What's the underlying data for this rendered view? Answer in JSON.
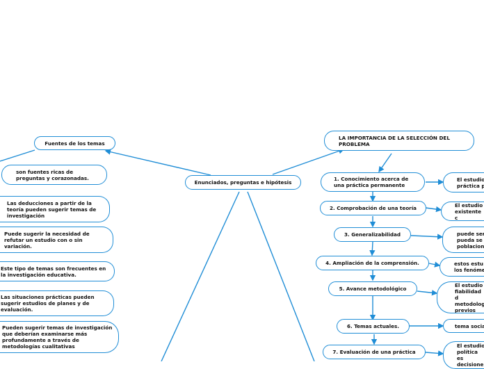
{
  "center": "Enunciados, preguntas e hipótesis",
  "left_branch": {
    "title": "Fuentes de los temas",
    "items": [
      "son fuentes ricas de preguntas y corazonadas.",
      "Las deducciones a partir de la teoría pueden sugerir temas de investigación",
      "Puede sugerir la necesidad de refutar un estudio con o sin variación.",
      "Este tipo de temas son frecuentes en la investigación educativa.",
      "Las situaciones prácticas pueden sugerir estudios de planes y de evaluación.",
      "Pueden sugerir temas de investigación que deberían examinarse más profundamente a través de metodologías cualitativas"
    ]
  },
  "right_branch": {
    "title": "LA IMPORTANCIA DE LA SELECCIÓN DEL PROBLEMA",
    "items": [
      {
        "label": "1. Conocimiento acerca de una práctica permanente",
        "note": "El estudio práctica p"
      },
      {
        "label": "2. Comprobación de una teoría",
        "note": "El estudio existente c"
      },
      {
        "label": "3. Generalizabilidad",
        "note": "puede ser pueda se poblacion"
      },
      {
        "label": "4. Ampliación de la comprensión.",
        "note": "estos estu los fenóme"
      },
      {
        "label": "5. Avance metodológico",
        "note": "El estudio fiabilidad d metodolog previos"
      },
      {
        "label": "6. Temas actuales.",
        "note": "tema socia"
      },
      {
        "label": "7. Evaluación de una práctica",
        "note": "El estudio política es decisione"
      }
    ]
  },
  "colors": {
    "accent": "#1f8dd6",
    "background": "#ffffff",
    "text": "#111111"
  }
}
